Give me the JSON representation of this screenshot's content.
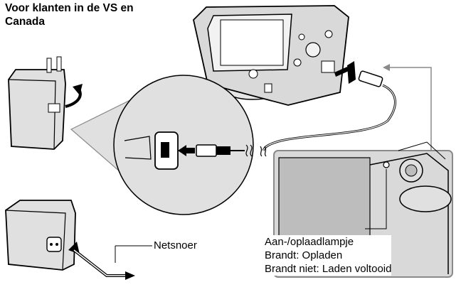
{
  "heading": {
    "line1": "Voor klanten in de VS en",
    "line2": "Canada"
  },
  "labels": {
    "power_cord": "Netsnoer"
  },
  "lamp_caption": {
    "line1": "Aan-/oplaadlampje",
    "line2": "Brandt: Opladen",
    "line3": "Brandt niet: Laden voltooid"
  },
  "colors": {
    "ink": "#000000",
    "panel_gray": "#d9d9d9",
    "screen_gray": "#bdbdbd",
    "callout_gray": "#8a8a8a"
  }
}
